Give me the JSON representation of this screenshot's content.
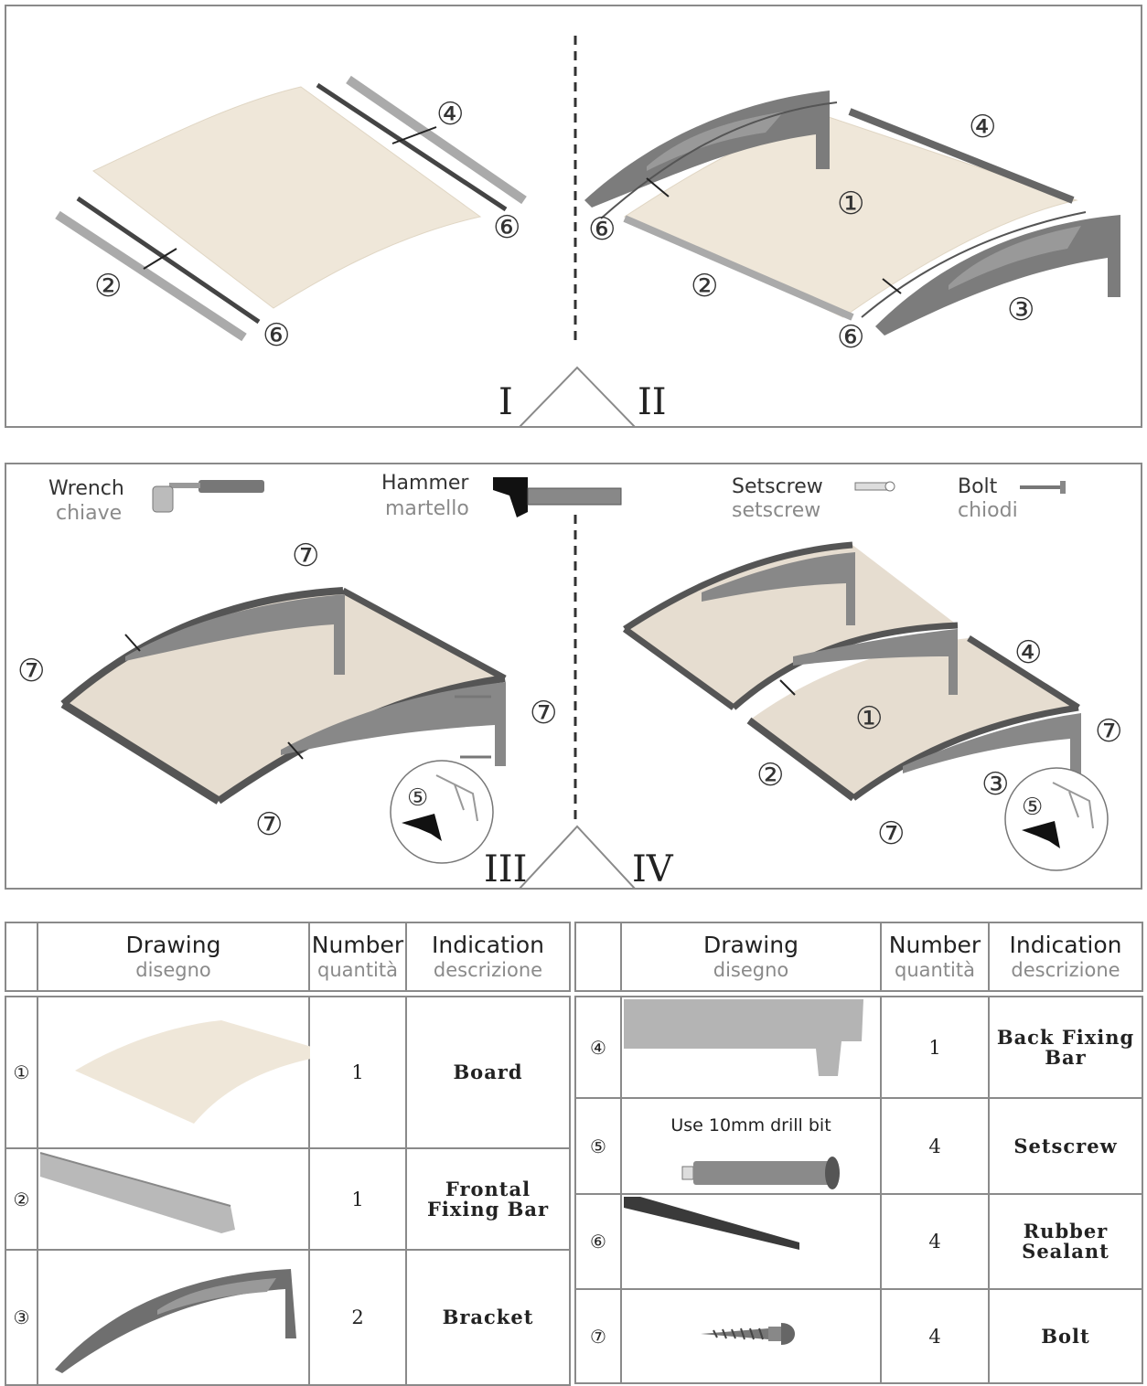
{
  "steps": {
    "panel1": {
      "roman": "I",
      "callouts": [
        "④",
        "⑥",
        "②",
        "⑥"
      ]
    },
    "panel2": {
      "roman": "II",
      "callouts": [
        "④",
        "①",
        "⑥",
        "②",
        "⑥",
        "③"
      ]
    },
    "panel3": {
      "roman": "III",
      "callouts": [
        "⑦",
        "⑦",
        "⑦",
        "⑦",
        "⑤"
      ]
    },
    "panel4": {
      "roman": "IV",
      "callouts": [
        "④",
        "①",
        "⑦",
        "②",
        "③",
        "⑦",
        "⑤"
      ]
    }
  },
  "tools": [
    {
      "name": "Wrench",
      "sub": "chiave"
    },
    {
      "name": "Hammer",
      "sub": "martello"
    },
    {
      "name": "Setscrew",
      "sub": "setscrew"
    },
    {
      "name": "Bolt",
      "sub": "chiodi"
    }
  ],
  "table_header": {
    "drawing": "Drawing",
    "drawing_sub": "disegno",
    "number": "Number",
    "number_sub": "quantità",
    "indication": "Indication",
    "indication_sub": "descrizione"
  },
  "parts_left": [
    {
      "id": "①",
      "qty": "1",
      "indication": "Board",
      "drawing_icon": "board-sheet-icon"
    },
    {
      "id": "②",
      "qty": "1",
      "indication": "Frontal\nFixing Bar",
      "drawing_icon": "frontal-bar-icon"
    },
    {
      "id": "③",
      "qty": "2",
      "indication": "Bracket",
      "drawing_icon": "bracket-icon"
    }
  ],
  "parts_right": [
    {
      "id": "④",
      "qty": "1",
      "indication": "Back Fixing\nBar",
      "drawing_icon": "back-bar-icon"
    },
    {
      "id": "⑤",
      "qty": "4",
      "indication": "Setscrew",
      "drawing_icon": "setscrew-icon",
      "note": "Use 10mm drill bit"
    },
    {
      "id": "⑥",
      "qty": "4",
      "indication": "Rubber\nSealant",
      "drawing_icon": "rubber-strip-icon"
    },
    {
      "id": "⑦",
      "qty": "4",
      "indication": "Bolt",
      "drawing_icon": "bolt-icon"
    }
  ],
  "colors": {
    "board": "#efe7d9",
    "frame": "#555555",
    "bar": "#b9b9b9",
    "border": "#8a8a8a"
  }
}
